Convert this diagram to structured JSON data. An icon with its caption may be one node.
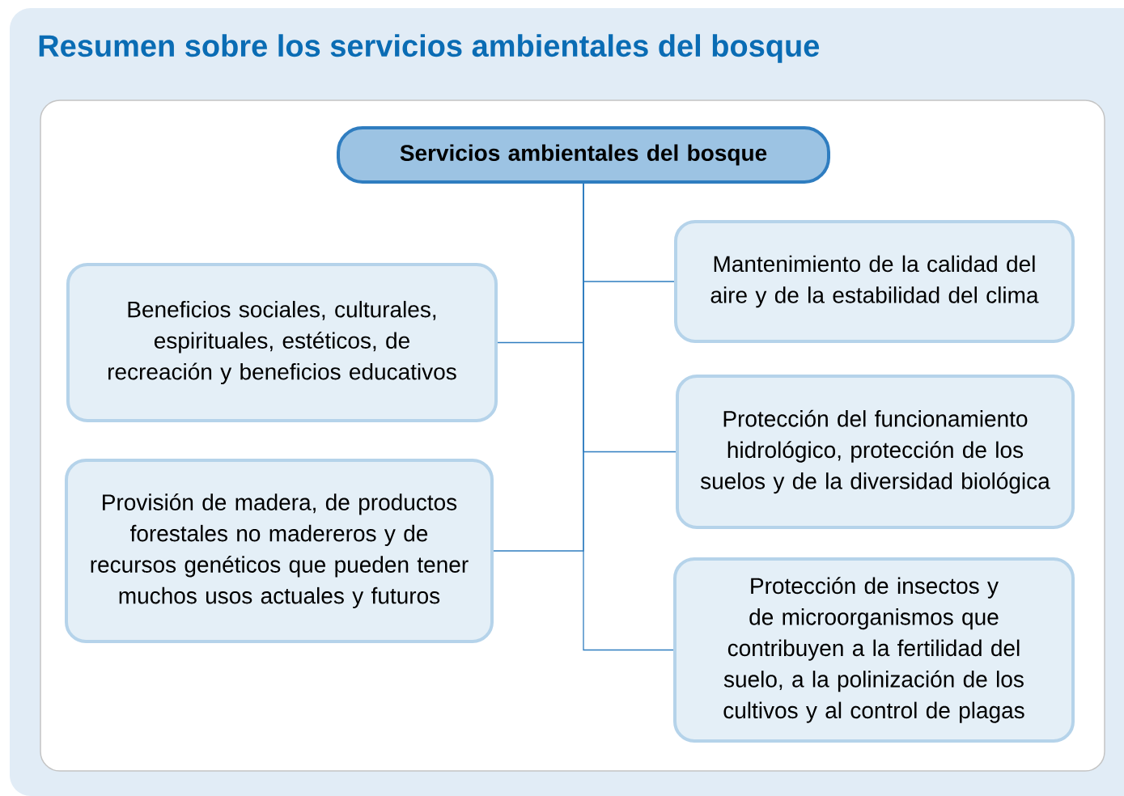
{
  "diagram": {
    "title": "Resumen sobre los servicios ambientales del bosque",
    "nodes": [
      {
        "text": [
          "Servicios ambientales del bosque"
        ]
      },
      {
        "text": [
          "Mantenimiento de la calidad del aire y de la estabilidad del clima"
        ]
      },
      {
        "text": [
          "Beneficios sociales, culturales, espirituales, estéticos, de recreación y beneficios educativos"
        ]
      },
      {
        "text": [
          "Protección del funcionamiento hidrológico, protección de los suelos y de la diversidad biológica"
        ]
      },
      {
        "text": [
          "Provisión de madera, de productos forestales no madereros y de recursos genéticos que pueden tener muchos usos actuales y futuros"
        ]
      },
      {
        "text": [
          "Protección de insectos y de microorganismos que contribuyen a la fertilidad del suelo, a la polinización de los cultivos y al control de plagas"
        ]
      }
    ],
    "edges": [
      {
        "from": 0,
        "to": 1,
        "arrow": "none"
      },
      {
        "from": 0,
        "to": 2,
        "arrow": "none"
      },
      {
        "from": 0,
        "to": 3,
        "arrow": "none"
      },
      {
        "from": 0,
        "to": 4,
        "arrow": "none"
      },
      {
        "from": 0,
        "to": 5,
        "arrow": "none"
      }
    ]
  }
}
